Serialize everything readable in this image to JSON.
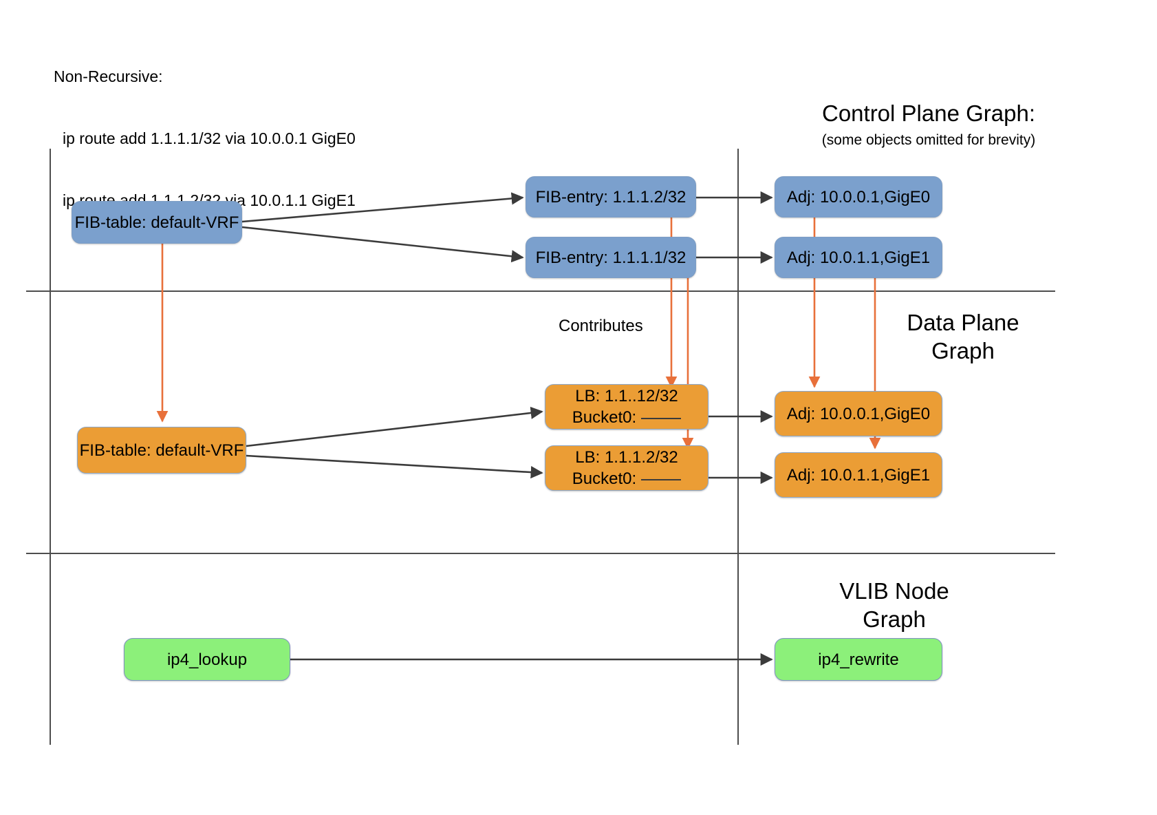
{
  "note": {
    "title": "Non-Recursive:",
    "lines": [
      "ip route add 1.1.1.1/32 via 10.0.0.1 GigE0",
      "ip route add 1.1.1.2/32 via 10.0.1.1 GigE1"
    ]
  },
  "sections": {
    "control_plane": {
      "title": "Control Plane Graph:",
      "subtitle": "(some objects omitted for brevity)"
    },
    "data_plane": {
      "title": "Data Plane\nGraph"
    },
    "vlib": {
      "title": "VLIB Node\nGraph"
    }
  },
  "labels": {
    "contributes": "Contributes"
  },
  "nodes": {
    "cp_fib_table": {
      "label": "FIB-table: default-VRF"
    },
    "cp_fib_entry_2": {
      "label": "FIB-entry: 1.1.1.2/32"
    },
    "cp_fib_entry_1": {
      "label": "FIB-entry: 1.1.1.1/32"
    },
    "cp_adj_0": {
      "label": "Adj: 10.0.0.1,GigE0"
    },
    "cp_adj_1": {
      "label": "Adj: 10.0.1.1,GigE1"
    },
    "dp_fib_table": {
      "label": "FIB-table: default-VRF"
    },
    "dp_lb_0": {
      "label": "LB: 1.1..12/32",
      "bucket": "Bucket0:"
    },
    "dp_lb_1": {
      "label": "LB: 1.1.1.2/32",
      "bucket": "Bucket0:"
    },
    "dp_adj_0": {
      "label": "Adj: 10.0.0.1,GigE0"
    },
    "dp_adj_1": {
      "label": "Adj: 10.0.1.1,GigE1"
    },
    "vlib_lookup": {
      "label": "ip4_lookup"
    },
    "vlib_rewrite": {
      "label": "ip4_rewrite"
    }
  },
  "colors": {
    "blue": "#7ba0cd",
    "orange": "#eb9d35",
    "green": "#8cf07a",
    "edge_black": "#3b3b3b",
    "edge_orange": "#e8703a",
    "rule": "#4d4d4d"
  }
}
